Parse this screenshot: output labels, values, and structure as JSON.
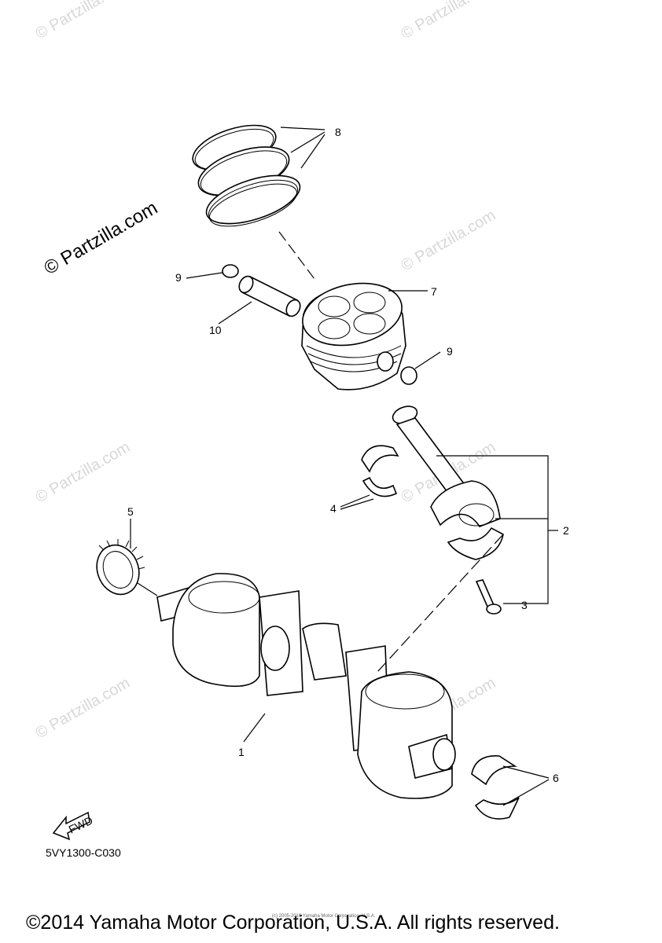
{
  "watermark": {
    "text": "© Partzilla.com",
    "main_text": "© Partzilla.com"
  },
  "callouts": {
    "c1": "1",
    "c2": "2",
    "c3": "3",
    "c4": "4",
    "c5": "5",
    "c6": "6",
    "c7": "7",
    "c8": "8",
    "c9a": "9",
    "c9b": "9",
    "c10": "10"
  },
  "fwd_label": "FWD",
  "diagram_code": "5VY1300-C030",
  "fine_print": "(c) 2005-2016 Yamaha Motor Corporation, U.S.A.",
  "copyright": "©2014 Yamaha Motor Corporation, U.S.A. All rights reserved."
}
